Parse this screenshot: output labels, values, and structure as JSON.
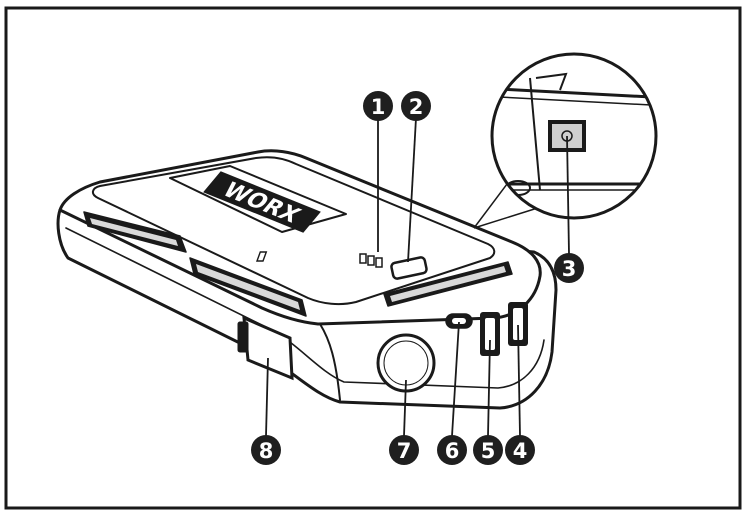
{
  "brand": {
    "logo_text": "WORX"
  },
  "callouts": [
    {
      "label": "1",
      "target": "battery-level-indicator"
    },
    {
      "label": "2",
      "target": "power-button"
    },
    {
      "label": "3",
      "target": "dc-input-port"
    },
    {
      "label": "4",
      "target": "usb-output-port"
    },
    {
      "label": "5",
      "target": "usb-output-port"
    },
    {
      "label": "6",
      "target": "usb-c-port"
    },
    {
      "label": "7",
      "target": "flashlight"
    },
    {
      "label": "8",
      "target": "jump-starter-socket"
    }
  ],
  "colors": {
    "outline": "#1a1a1a",
    "body_fill": "#ffffff",
    "shade": "#d9d9d9",
    "callout_fill": "#1f1f1f",
    "callout_text": "#ffffff"
  }
}
